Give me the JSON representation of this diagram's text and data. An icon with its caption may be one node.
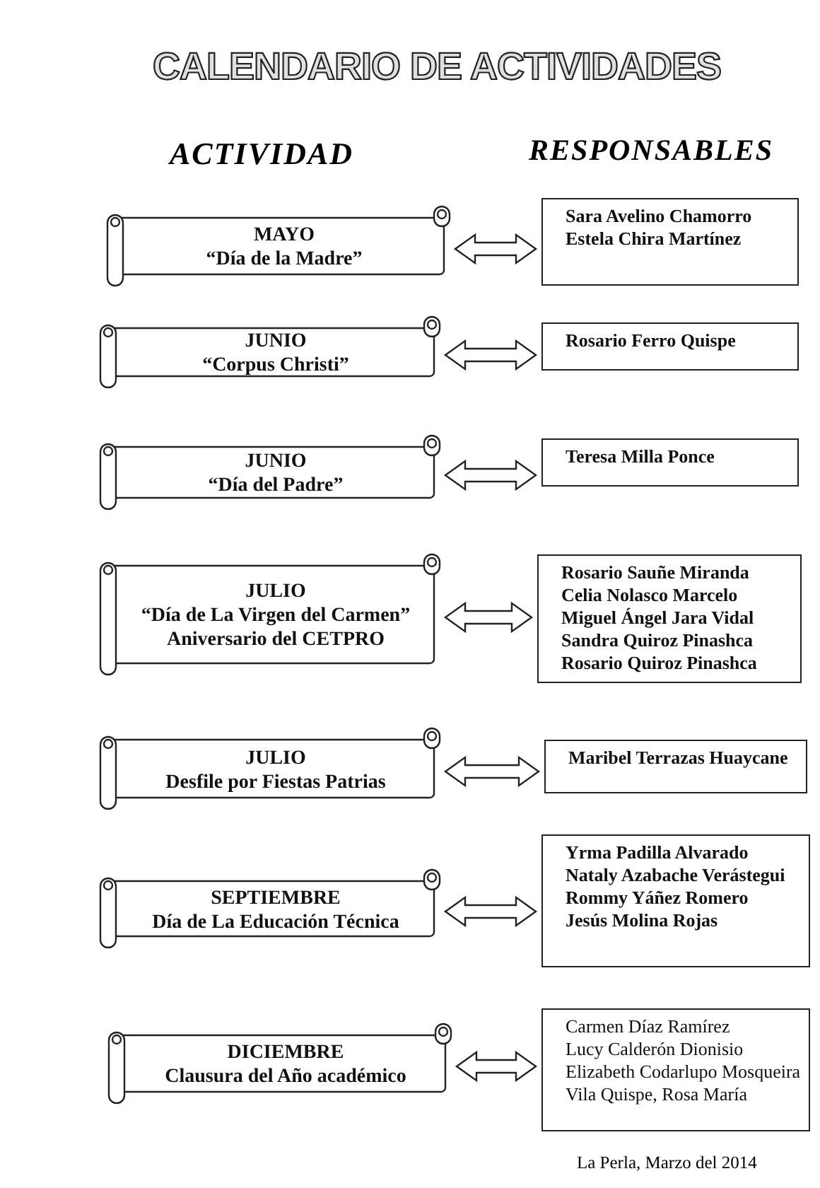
{
  "diagram": {
    "title": "CALENDARIO DE ACTIVIDADES",
    "nodes": [
      {
        "text": [
          "MAYO",
          "“Día de la Madre”"
        ]
      },
      {
        "text": [
          "Sara Avelino Chamorro",
          "Estela Chira Martínez"
        ]
      },
      {
        "text": [
          "JUNIO",
          "“Corpus Christi”"
        ]
      },
      {
        "text": [
          "Rosario Ferro Quispe"
        ]
      },
      {
        "text": [
          "JUNIO",
          "“Día del Padre”"
        ]
      },
      {
        "text": [
          "Teresa Milla Ponce"
        ]
      },
      {
        "text": [
          "JULIO",
          "“Día de La Virgen del Carmen”",
          "Aniversario del CETPRO"
        ]
      },
      {
        "text": [
          "Rosario Sauñe Miranda",
          "Celia Nolasco Marcelo",
          "Miguel Ángel Jara Vidal",
          "Sandra Quiroz Pinashca",
          "Rosario Quiroz Pinashca"
        ]
      },
      {
        "text": [
          "JULIO",
          "Desfile por Fiestas Patrias"
        ]
      },
      {
        "text": [
          "Maribel Terrazas Huaycane"
        ]
      },
      {
        "text": [
          "SEPTIEMBRE",
          "Día de La Educación Técnica"
        ]
      },
      {
        "text": [
          "Yrma Padilla Alvarado",
          "Nataly Azabache Verástegui",
          "Rommy Yáñez Romero",
          "Jesús Molina Rojas"
        ]
      },
      {
        "text": [
          "DICIEMBRE",
          "Clausura del Año académico"
        ]
      },
      {
        "text": [
          "Carmen Díaz Ramírez",
          "Lucy Calderón Dionisio",
          "Elizabeth Codarlupo Mosqueira",
          "Vila Quispe, Rosa María"
        ]
      }
    ],
    "edges": [
      {
        "from": 0,
        "to": 1,
        "arrow": "both"
      },
      {
        "from": 2,
        "to": 3,
        "arrow": "both"
      },
      {
        "from": 4,
        "to": 5,
        "arrow": "both"
      },
      {
        "from": 6,
        "to": 7,
        "arrow": "both"
      },
      {
        "from": 8,
        "to": 9,
        "arrow": "both"
      },
      {
        "from": 10,
        "to": 11,
        "arrow": "both"
      },
      {
        "from": 12,
        "to": 13,
        "arrow": "both"
      }
    ],
    "labels": [
      "ACTIVIDAD",
      "RESPONSABLES",
      "La Perla, Marzo del 2014"
    ]
  }
}
